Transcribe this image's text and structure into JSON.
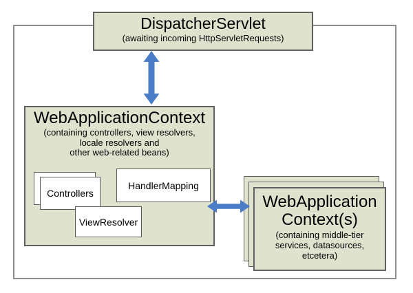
{
  "diagram": {
    "title_box": {
      "title": "DispatcherServlet",
      "subtitle": "(awaiting incoming HttpServletRequests)"
    },
    "web_application_context": {
      "title": "WebApplicationContext",
      "subtitle_lines": [
        "(containing controllers, view resolvers,",
        "locale resolvers and",
        "other web-related beans)"
      ],
      "beans": {
        "controllers_label": "Controllers",
        "handler_mapping_label": "HandlerMapping",
        "view_resolver_label": "ViewResolver"
      }
    },
    "root_contexts": {
      "title_lines": [
        "WebApplication",
        "Context(s)"
      ],
      "subtitle_lines": [
        "(containing middle-tier",
        "services, datasources,",
        "etcetera)"
      ]
    },
    "colors": {
      "box_fill": "#dfe3ce",
      "box_border": "#606060",
      "arrow_blue": "#4a7cc7",
      "frame_border": "#8c8c8c"
    }
  }
}
